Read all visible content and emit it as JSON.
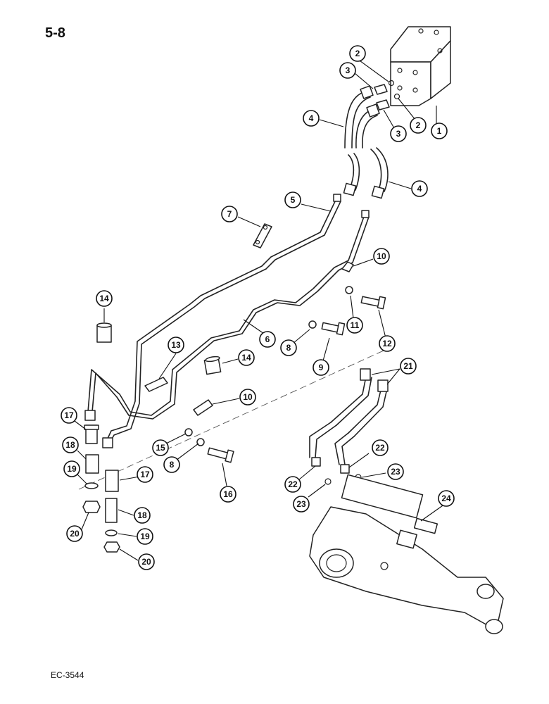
{
  "page": {
    "section_number": "5-8",
    "reference_code": "EC-3544"
  },
  "callouts": [
    {
      "id": "c2a",
      "label": "2"
    },
    {
      "id": "c3a",
      "label": "3"
    },
    {
      "id": "c2b",
      "label": "2"
    },
    {
      "id": "c3b",
      "label": "3"
    },
    {
      "id": "c1",
      "label": "1"
    },
    {
      "id": "c4a",
      "label": "4"
    },
    {
      "id": "c4b",
      "label": "4"
    },
    {
      "id": "c5",
      "label": "5"
    },
    {
      "id": "c7",
      "label": "7"
    },
    {
      "id": "c10a",
      "label": "10"
    },
    {
      "id": "c14a",
      "label": "14"
    },
    {
      "id": "c11",
      "label": "11"
    },
    {
      "id": "c12",
      "label": "12"
    },
    {
      "id": "c8a",
      "label": "8"
    },
    {
      "id": "c9",
      "label": "9"
    },
    {
      "id": "c6",
      "label": "6"
    },
    {
      "id": "c13",
      "label": "13"
    },
    {
      "id": "c14b",
      "label": "14"
    },
    {
      "id": "c21",
      "label": "21"
    },
    {
      "id": "c10b",
      "label": "10"
    },
    {
      "id": "c17a",
      "label": "17"
    },
    {
      "id": "c18a",
      "label": "18"
    },
    {
      "id": "c15",
      "label": "15"
    },
    {
      "id": "c8b",
      "label": "8"
    },
    {
      "id": "c17b",
      "label": "17"
    },
    {
      "id": "c19a",
      "label": "19"
    },
    {
      "id": "c16",
      "label": "16"
    },
    {
      "id": "c22a",
      "label": "22"
    },
    {
      "id": "c22b",
      "label": "22"
    },
    {
      "id": "c23a",
      "label": "23"
    },
    {
      "id": "c23b",
      "label": "23"
    },
    {
      "id": "c24",
      "label": "24"
    },
    {
      "id": "c20a",
      "label": "20"
    },
    {
      "id": "c18b",
      "label": "18"
    },
    {
      "id": "c19b",
      "label": "19"
    },
    {
      "id": "c20b",
      "label": "20"
    }
  ]
}
